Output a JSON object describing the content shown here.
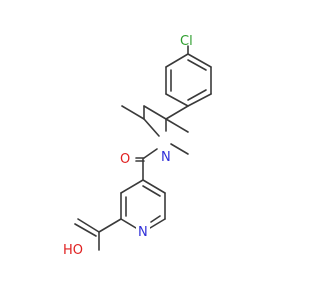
{
  "atoms": {
    "chlorine": {
      "text": "Cl",
      "color": "#2e9e2e"
    },
    "amide_nitrogen": {
      "text": "N",
      "color": "#2f2fd8"
    },
    "carbonyl_oxygen": {
      "text": "O",
      "color": "#e02020"
    },
    "pyridine_nitrogen": {
      "text": "N",
      "color": "#2f2fd8"
    },
    "hydroxyl": {
      "text": "HO",
      "color": "#e02020"
    }
  }
}
